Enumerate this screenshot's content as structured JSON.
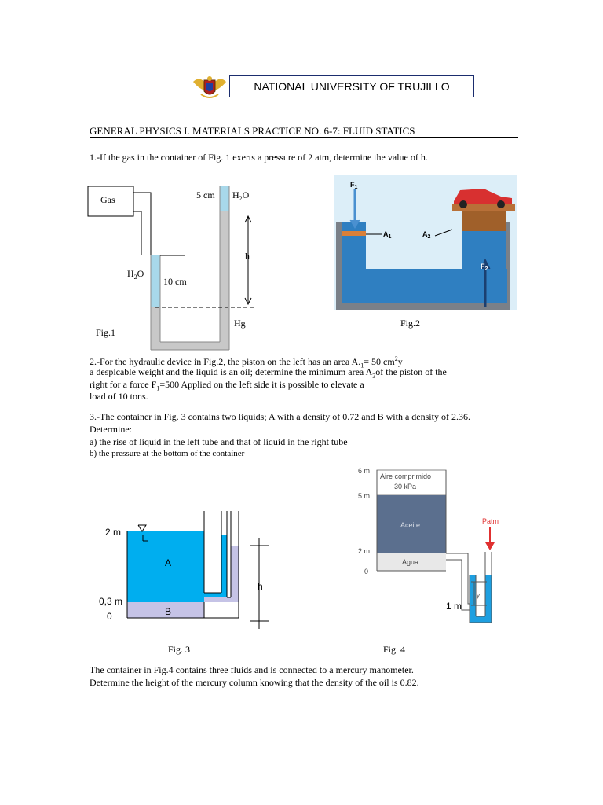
{
  "header": {
    "institution": "NATIONAL UNIVERSITY OF TRUJILLO",
    "logo_icon": "university-seal-icon"
  },
  "practice_title": "GENERAL PHYSICS I. MATERIALS PRACTICE NO. 6-7: FLUID STATICS",
  "problem1": {
    "text": "1.-If the gas in the container of Fig. 1 exerts a pressure of 2 atm, determine the value of h."
  },
  "fig1": {
    "caption": "Fig.1",
    "gas": "Gas",
    "water_left": "H",
    "water_left_sub": "2",
    "water_left_end": "O",
    "water_right": "H",
    "water_right_sub": "2",
    "water_right_end": "O",
    "col_5cm": "5 cm",
    "col_10cm": "10 cm",
    "h": "h",
    "hg": "Hg"
  },
  "fig2": {
    "caption": "Fig.2",
    "f1": "F",
    "f1_sub": "1",
    "f2": "F",
    "f2_sub": "2",
    "a1": "A",
    "a1_sub": "1",
    "a2": "A",
    "a2_sub": "2"
  },
  "problem2": {
    "line1_a": "2.-For the hydraulic device in Fig.2, the piston on the left has an area A.",
    "line1_sub": "1",
    "line1_b": "= 50 cm",
    "line1_sup": "2",
    "line1_c": "y",
    "line2_a": "a despicable weight and the liquid is an oil; determine the minimum area A",
    "line2_sub": "2",
    "line2_b": "of the piston of the",
    "line3_a": "right for a force F",
    "line3_sub": "1",
    "line3_b": "=500 Applied on the left side it is possible to elevate a",
    "line4": "load of 10 tons."
  },
  "problem3": {
    "line1": "3.-The container in Fig. 3 contains two liquids; A with a density of 0.72 and B with a density of 2.36.",
    "line2": "Determine:",
    "line3": "a) the rise of liquid in the left tube and that of liquid in the right tube",
    "line4": "b) the pressure at the bottom of the container"
  },
  "fig3": {
    "caption": "Fig. 3",
    "label_2m": "2 m",
    "label_03m": "0,3 m",
    "label_0": "0",
    "liquid_a": "A",
    "liquid_b": "B",
    "h": "h"
  },
  "fig4": {
    "caption": "Fig. 4",
    "label_6m": "6 m",
    "label_5m": "5 m",
    "label_2m": "2 m",
    "label_0": "0",
    "label_1m": "1 m",
    "air_line1": "Aire comprimido",
    "air_line2": "30 kPa",
    "oil": "Aceite",
    "water": "Agua",
    "patm": "Patm",
    "y": "y"
  },
  "problem4": {
    "line1": "The container in Fig.4 contains three fluids and is connected to a mercury manometer.",
    "line2": "Determine the height of the mercury column knowing that the density of the oil is 0.82."
  },
  "colors": {
    "water_light": "#a8d8ea",
    "mercury": "#c8c8c8",
    "hydraulic_blue": "#2f7fc1",
    "fig3_liquid_a": "#00aeef",
    "fig3_liquid_b": "#c5c3e6",
    "fig4_oil": "#5b6f8e",
    "fig4_water": "#e8e8e8",
    "patm_red": "#e03030"
  }
}
